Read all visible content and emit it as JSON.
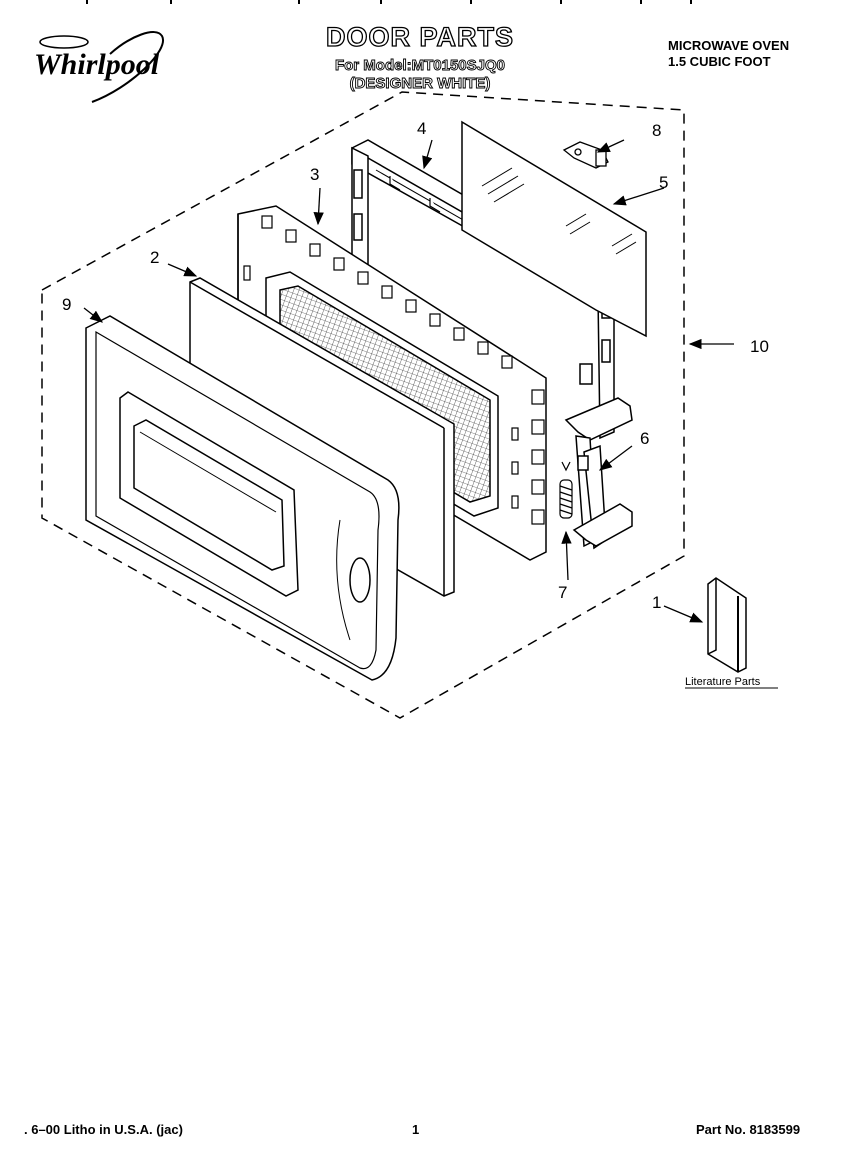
{
  "header": {
    "brand": "Whirlpool",
    "title": "DOOR PARTS",
    "model": "For Model:MT0150SJQ0",
    "variant": "(DESIGNER WHITE)",
    "product": "MICROWAVE OVEN",
    "capacity": "1.5 CUBIC FOOT"
  },
  "diagram": {
    "callouts": [
      "1",
      "2",
      "3",
      "4",
      "5",
      "6",
      "7",
      "8",
      "9",
      "10"
    ],
    "literature_label": "Literature Parts"
  },
  "footer": {
    "litho": ". 6–00 Litho in U.S.A. (jac)",
    "page": "1",
    "part_number": "Part No. 8183599"
  }
}
